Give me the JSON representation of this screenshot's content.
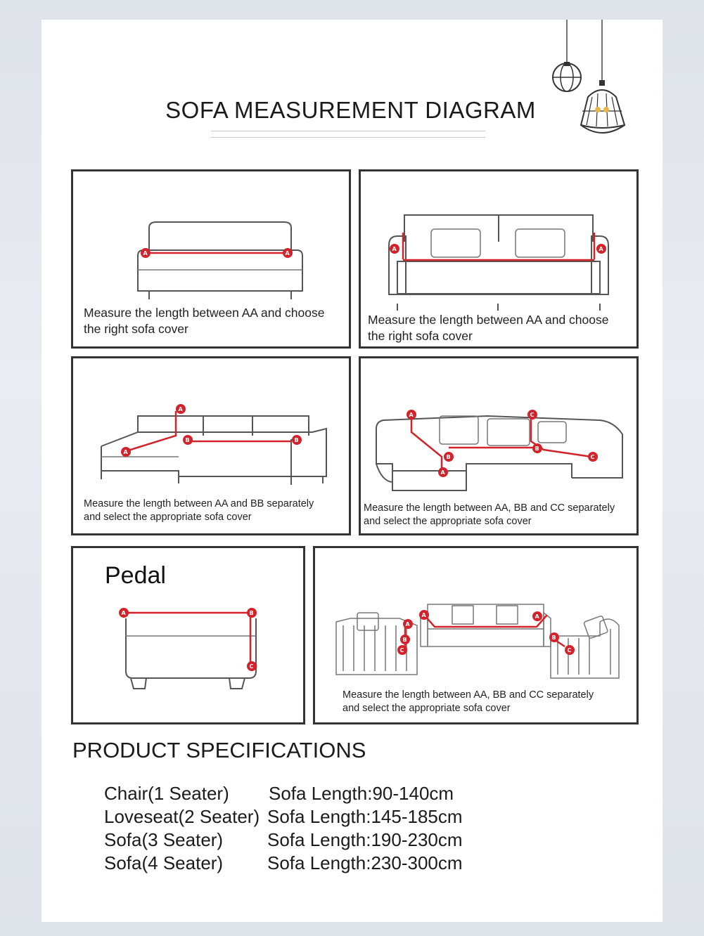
{
  "header": {
    "title": "SOFA MEASUREMENT DIAGRAM"
  },
  "panels": [
    {
      "caption": "Measure the length between AA and choose\nthe right sofa cover"
    },
    {
      "caption": "Measure the length between AA and choose\nthe right sofa cover"
    },
    {
      "caption": "Measure the length between AA and BB separately\n and select the appropriate sofa cover"
    },
    {
      "caption": "Measure the length between AA, BB and CC separately\nand select the appropriate sofa cover"
    },
    {
      "label": "Pedal"
    },
    {
      "caption": "Measure the length between AA, BB and CC separately\nand select the appropriate sofa cover"
    }
  ],
  "markers": {
    "a": "A",
    "b": "B",
    "c": "C"
  },
  "specifications": {
    "heading": "PRODUCT SPECIFICATIONS",
    "rows": [
      {
        "name": "Chair(1 Seater)",
        "size": "Sofa Length:90-140cm"
      },
      {
        "name": "Loveseat(2 Seater)",
        "size": "Sofa Length:145-185cm"
      },
      {
        "name": "Sofa(3 Seater)",
        "size": "Sofa Length:190-230cm"
      },
      {
        "name": "Sofa(4 Seater)",
        "size": "Sofa Length:230-300cm"
      }
    ]
  },
  "colors": {
    "accent": "#d3222a",
    "frame": "#333333"
  }
}
